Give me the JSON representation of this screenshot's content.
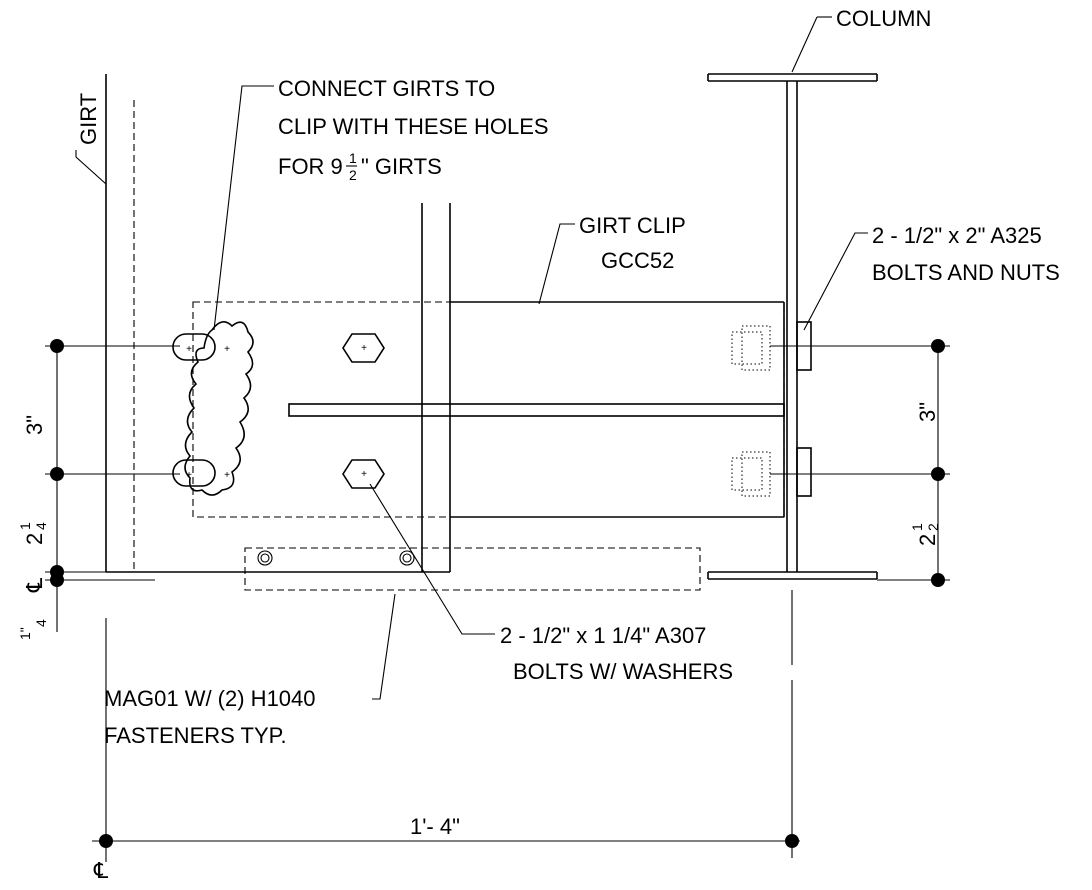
{
  "labels": {
    "column": "COLUMN",
    "girt": "GIRT",
    "connect_line1": "CONNECT GIRTS TO",
    "connect_line2": "CLIP WITH THESE HOLES",
    "connect_line3_prefix": "FOR 9",
    "connect_line3_suffix": "\" GIRTS",
    "girt_clip_line1": "GIRT CLIP",
    "girt_clip_line2": "GCC52",
    "a325_line1": "2 - 1/2\" x 2\" A325",
    "a325_line2": "BOLTS AND NUTS",
    "a307_line1": "2 - 1/2\" x 1 1/4\" A307",
    "a307_line2": "BOLTS W/ WASHERS",
    "mag_line1": "MAG01 W/ (2) H1040",
    "mag_line2": "FASTENERS TYP."
  },
  "dimensions": {
    "left_spacing": "3\"",
    "left_lower_whole": "2",
    "left_lower_num": "1",
    "left_lower_den": "4",
    "left_bottom_num": "1\"",
    "left_bottom_den": "4",
    "right_spacing": "3\"",
    "right_lower_whole": "2",
    "right_lower_num": "1",
    "right_lower_den": "2",
    "overall": "1'- 4\"",
    "girt_frac_num": "1",
    "girt_frac_den": "2",
    "cl_symbol": "℄",
    "cl_symbol_bottom": "℄"
  }
}
